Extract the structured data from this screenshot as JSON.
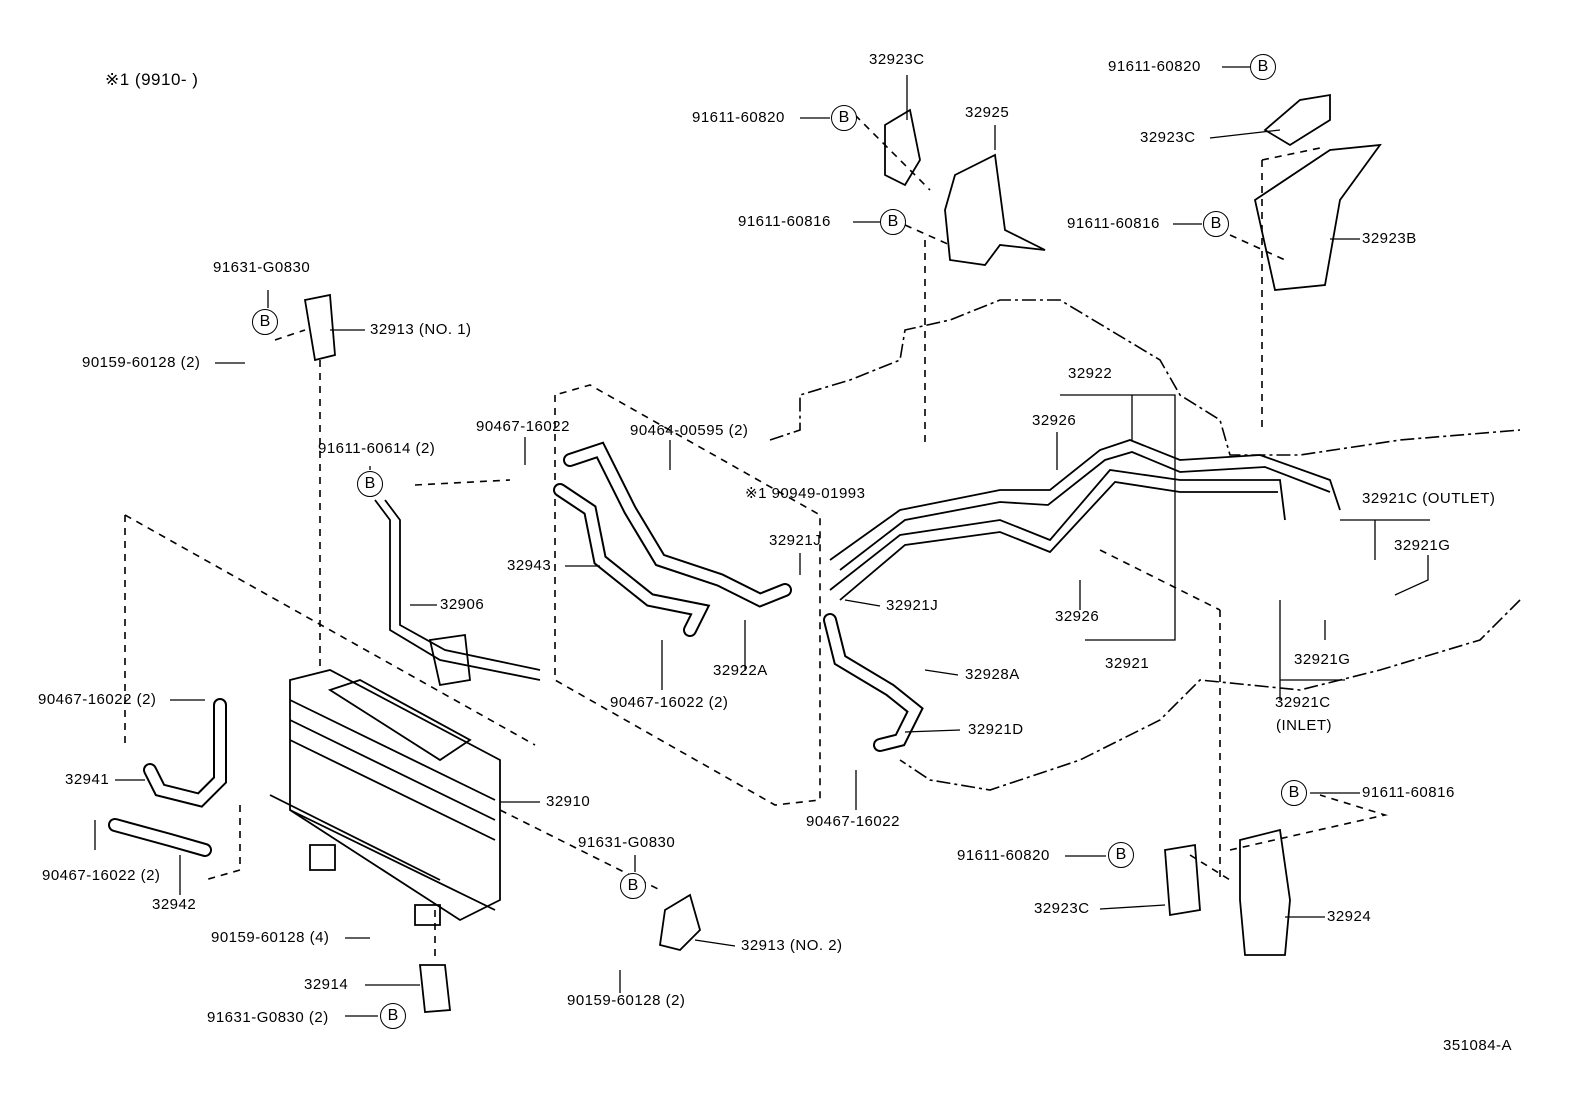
{
  "header_note": "※1 (9910-      )",
  "callout_letter": "B",
  "diagram_code": "351084-A",
  "labels": [
    "32923C",
    "91611-60820",
    "32925",
    "91611-60816",
    "91611-60820",
    "32923C",
    "91611-60816",
    "32923B",
    "91631-G0830",
    "32913 (NO. 1)",
    "90159-60128 (2)",
    "91611-60614 (2)",
    "90467-16022",
    "90464-00595 (2)",
    "※1 90949-01993",
    "32922",
    "32926",
    "32921C (OUTLET)",
    "32921G",
    "32921J",
    "32943",
    "32906",
    "32921J",
    "32926",
    "32922A",
    "32928A",
    "32921",
    "32921G",
    "32921C",
    "(INLET)",
    "90467-16022 (2)",
    "90467-16022 (2)",
    "32921D",
    "32941",
    "32910",
    "91611-60816",
    "90467-16022",
    "91631-G0830",
    "91611-60820",
    "90467-16022 (2)",
    "32942",
    "32923C",
    "32924",
    "90159-60128 (4)",
    "32913 (NO. 2)",
    "32914",
    "90159-60128 (2)",
    "91631-G0830 (2)"
  ]
}
